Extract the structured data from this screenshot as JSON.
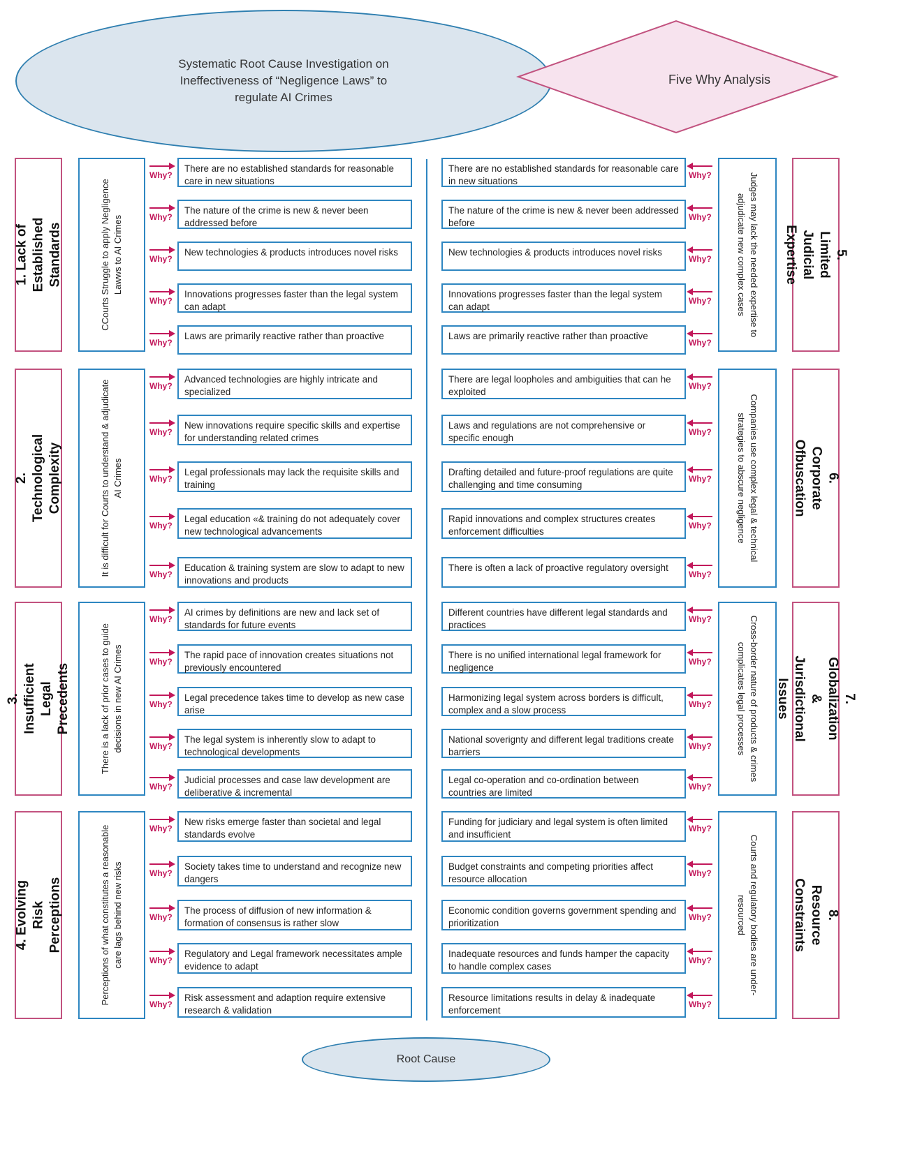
{
  "title": "Systematic Root Cause Investigation on Ineffectiveness of “Negligence Laws” to regulate AI Crimes",
  "method": "Five Why Analysis",
  "root_cause_label": "Root Cause",
  "why_label": "Why?",
  "colors": {
    "category_border": "#c2527f",
    "box_border": "#2e86c1",
    "why_text": "#c2185b",
    "ellipse_fill": "#dbe5ee",
    "diamond_fill": "#f7e3ee"
  },
  "left": [
    {
      "category": "1. Lack of Established Standards",
      "problem": "CCourts Struggle to apply Negligence Lawws to AI Crimes",
      "whys": [
        "There are no established standards for reasonable care in new situations",
        "The nature of the crime is new & never been addressed before",
        "New technologies & products introduces novel risks",
        "Innovations progresses faster than the legal system can adapt",
        "Laws are primarily reactive rather than proactive"
      ]
    },
    {
      "category": "2. Technological Complexity",
      "problem": "It is difficult for Courts to understand & adjudicate AI Crimes",
      "whys": [
        "Advanced technologies are highly intricate and specialized",
        "New innovations require specific skills and expertise for understanding related crimes",
        "Legal professionals may lack the requisite skills and training",
        "Legal education «& training do not adequately cover new technological advancements",
        "Education & training system are slow to adapt to new innovations and products"
      ]
    },
    {
      "category": "3. Insufficient Legal Precedents",
      "problem": "There is a lack of prior cases to guide decisions in new AI Crimes",
      "whys": [
        "AI crimes by definitions are new and lack set of standards for future events",
        "The rapid pace of innovation creates situations not previously encountered",
        "Legal precedence takes time to develop as new case arise",
        "The legal system is inherently slow to adapt to technological developments",
        "Judicial processes and case law development are deliberative & incremental"
      ]
    },
    {
      "category": "4. Evolving Risk Perceptions",
      "problem": "Perceptions of what constitutes a reasonable care lags behind new risks",
      "whys": [
        "New risks emerge faster than societal and legal standards evolve",
        "Society takes time to understand and recognize new dangers",
        "The process of diffusion of new information & formation of consensus is rather slow",
        "Regulatory and Legal framework necessitates ample evidence to adapt",
        "Risk assessment and adaption require extensive research & validation"
      ]
    }
  ],
  "right": [
    {
      "category": "5. Limited Judicial Expertise",
      "problem": "Judges may lack the needed expertise to adjudicate new complex cases",
      "whys": [
        "There are no established standards for reasonable care in new situations",
        "The nature of the crime is new & never been addressed before",
        "New technologies & products introduces novel risks",
        "Innovations progresses faster than the legal system can adapt",
        "Laws are primarily reactive rather than proactive"
      ]
    },
    {
      "category": "6. Corporate Ofbuscation",
      "problem": "Companies use complex legal & technical strategies to abscure negligence",
      "whys": [
        "There are legal loopholes and ambiguities that can he exploited",
        "Laws and regulations are not comprehensive or specific enough",
        "Drafting detailed and future-proof regulations are quite challenging and time consuming",
        "Rapid innovations and complex structures creates enforcement difficulties",
        "There is often a lack of proactive regulatory oversight"
      ]
    },
    {
      "category": "7. Globalization & Jurisdictional Issues",
      "problem": "Cross-border nature of products & crimes complicates legal processes",
      "whys": [
        "Different countries have different legal standards and practices",
        "There is no unified international legal framework for negligence",
        "Harmonizing legal system across borders is difficult, complex and a slow process",
        "National soverignty and different legal traditions create barriers",
        "Legal co-operation and co-ordination between countries are limited"
      ]
    },
    {
      "category": "8. Resource Constraints",
      "problem": "Courts and regulatory bodies are under-resourced",
      "whys": [
        "Funding for judiciary and legal system is often limited and insufficient",
        "Budget constraints and competing priorities affect resource allocation",
        "Economic condition governs government spending and prioritization",
        "Inadequate resources and funds hamper the capacity to handle complex cases",
        "Resource limitations results in delay & inadequate enforcement"
      ]
    }
  ]
}
